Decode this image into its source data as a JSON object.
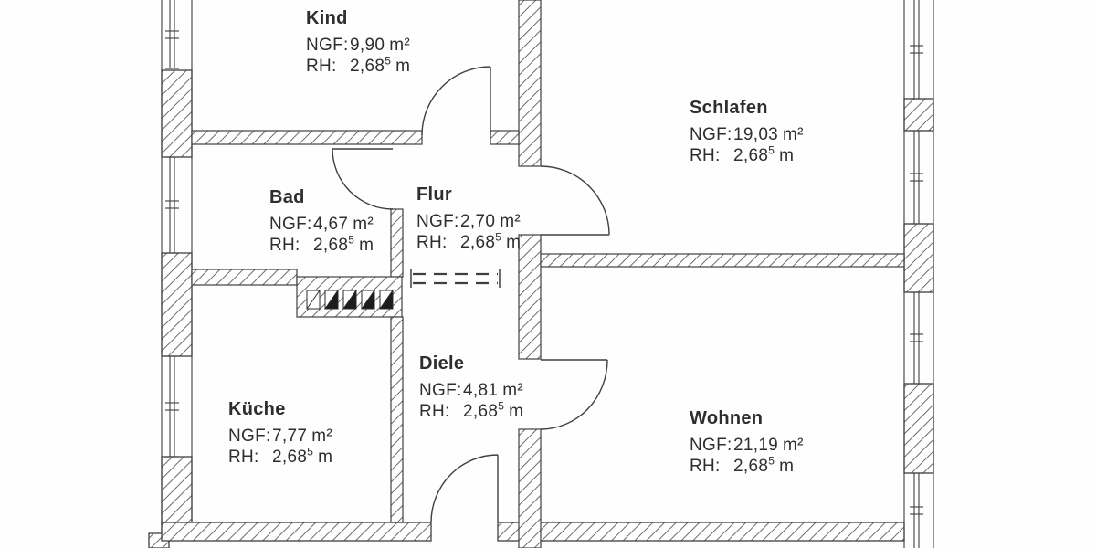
{
  "plan": {
    "type": "apartment-floor-plan",
    "labels": {
      "ngf": "NGF:",
      "rh": "RH:"
    },
    "rooms": [
      {
        "name": "Kind",
        "ngf": "9,90",
        "ngf_unit": "m²",
        "rh": "2,68",
        "rh_sup": "5",
        "rh_unit": "m"
      },
      {
        "name": "Schlafen",
        "ngf": "19,03",
        "ngf_unit": "m²",
        "rh": "2,68",
        "rh_sup": "5",
        "rh_unit": "m"
      },
      {
        "name": "Bad",
        "ngf": "4,67",
        "ngf_unit": "m²",
        "rh": "2,68",
        "rh_sup": "5",
        "rh_unit": "m"
      },
      {
        "name": "Flur",
        "ngf": "2,70",
        "ngf_unit": "m²",
        "rh": "2,68",
        "rh_sup": "5",
        "rh_unit": "m"
      },
      {
        "name": "Diele",
        "ngf": "4,81",
        "ngf_unit": "m²",
        "rh": "2,68",
        "rh_sup": "5",
        "rh_unit": "m"
      },
      {
        "name": "Küche",
        "ngf": "7,77",
        "ngf_unit": "m²",
        "rh": "2,68",
        "rh_sup": "5",
        "rh_unit": "m"
      },
      {
        "name": "Wohnen",
        "ngf": "21,19",
        "ngf_unit": "m²",
        "rh": "2,68",
        "rh_sup": "5",
        "rh_unit": "m"
      }
    ],
    "colors": {
      "line": "#3f3f3f",
      "hatch": "#6b6b6b",
      "text": "#2e2e2e",
      "shaft_fill": "#1c1c1c"
    }
  }
}
